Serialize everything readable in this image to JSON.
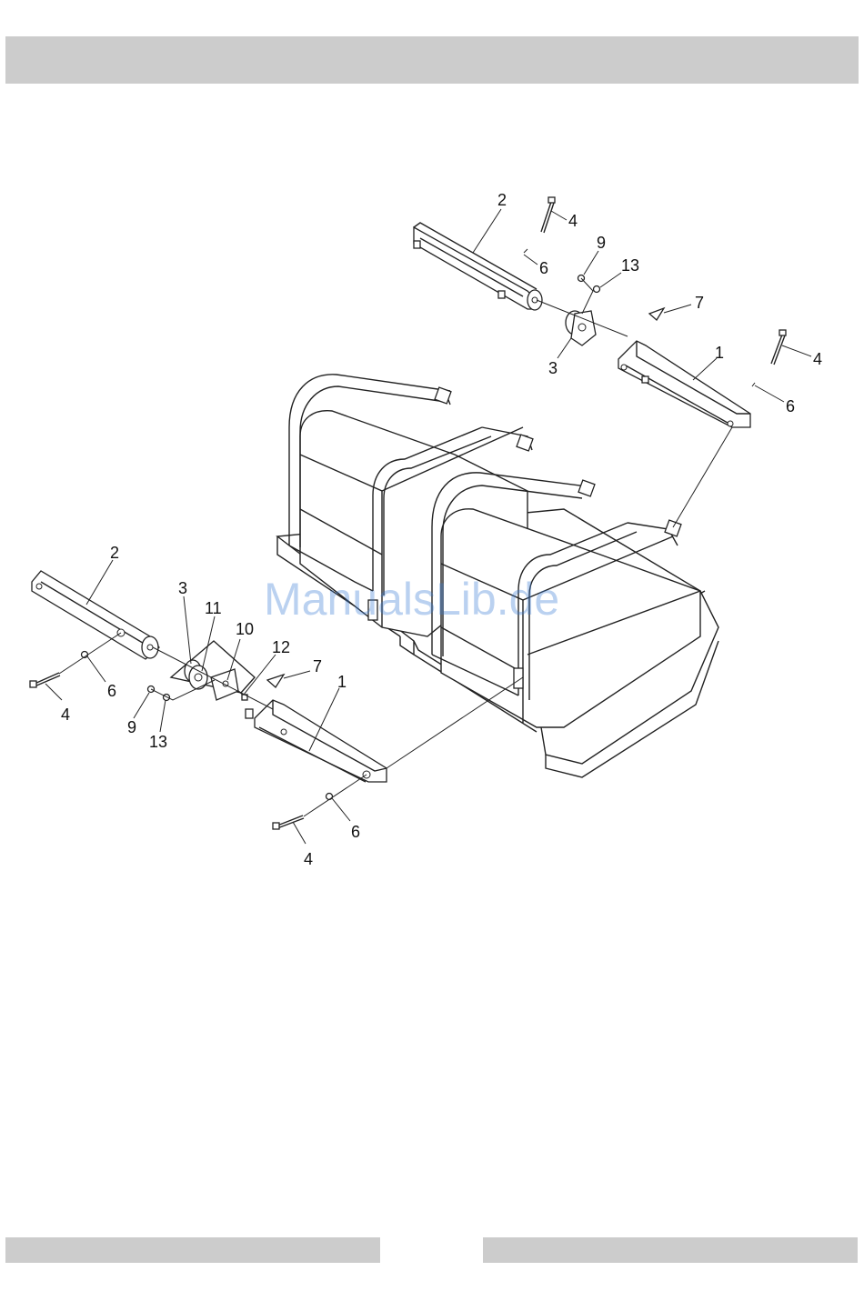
{
  "watermark": "ManualsLib.de",
  "callouts": {
    "top_2": "2",
    "top_4a": "4",
    "top_6a": "6",
    "top_9": "9",
    "top_13": "13",
    "top_7": "7",
    "top_3": "3",
    "top_1": "1",
    "top_4b": "4",
    "top_6b": "6",
    "bot_2": "2",
    "bot_3": "3",
    "bot_11": "11",
    "bot_10": "10",
    "bot_12": "12",
    "bot_7": "7",
    "bot_1": "1",
    "bot_6a": "6",
    "bot_4a": "4",
    "bot_9": "9",
    "bot_13": "13",
    "bot_6b": "6",
    "bot_4b": "4"
  }
}
